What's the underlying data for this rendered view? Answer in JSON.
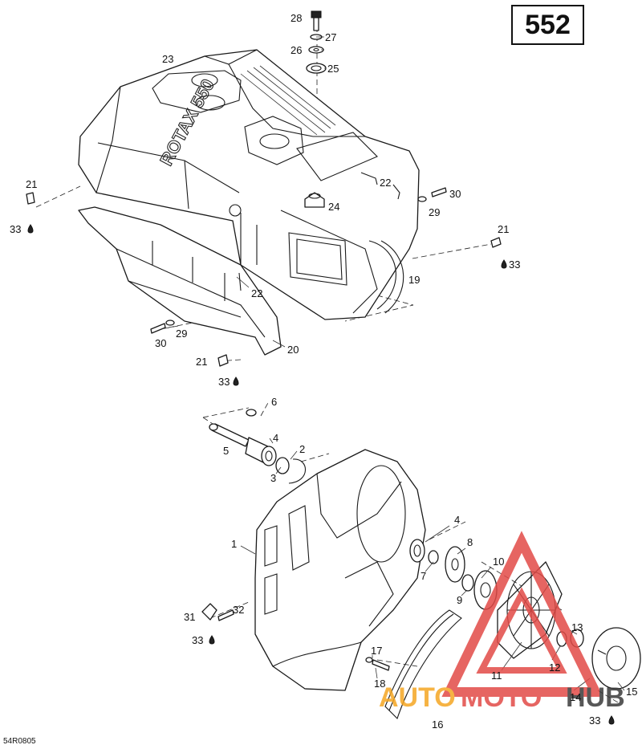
{
  "page_number": "552",
  "drawing_code": "54R0805",
  "engine_marking": "ROTAX 550",
  "watermark": {
    "brand_a": "AUTO",
    "brand_b": "MOTO",
    "brand_c": "HUB",
    "color_red": "#e24b47",
    "color_orange": "#f5a623",
    "color_dark": "#3a3a3a"
  },
  "callouts": [
    {
      "id": "c28",
      "text": "28"
    },
    {
      "id": "c27",
      "text": "27"
    },
    {
      "id": "c26",
      "text": "26"
    },
    {
      "id": "c25",
      "text": "25"
    },
    {
      "id": "c23",
      "text": "23"
    },
    {
      "id": "c22a",
      "text": "22"
    },
    {
      "id": "c30a",
      "text": "30"
    },
    {
      "id": "c29a",
      "text": "29"
    },
    {
      "id": "c24",
      "text": "24"
    },
    {
      "id": "c21a",
      "text": "21"
    },
    {
      "id": "c33a",
      "text": "33"
    },
    {
      "id": "c21b",
      "text": "21"
    },
    {
      "id": "c33b",
      "text": "33"
    },
    {
      "id": "c19",
      "text": "19"
    },
    {
      "id": "c22b",
      "text": "22"
    },
    {
      "id": "c29b",
      "text": "29"
    },
    {
      "id": "c30b",
      "text": "30"
    },
    {
      "id": "c20",
      "text": "20"
    },
    {
      "id": "c21c",
      "text": "21"
    },
    {
      "id": "c33c",
      "text": "33"
    },
    {
      "id": "c6",
      "text": "6"
    },
    {
      "id": "c4a",
      "text": "4"
    },
    {
      "id": "c5",
      "text": "5"
    },
    {
      "id": "c2",
      "text": "2"
    },
    {
      "id": "c3",
      "text": "3"
    },
    {
      "id": "c1",
      "text": "1"
    },
    {
      "id": "c4b",
      "text": "4"
    },
    {
      "id": "c8",
      "text": "8"
    },
    {
      "id": "c7",
      "text": "7"
    },
    {
      "id": "c10",
      "text": "10"
    },
    {
      "id": "c9",
      "text": "9"
    },
    {
      "id": "c31",
      "text": "31"
    },
    {
      "id": "c32",
      "text": "32"
    },
    {
      "id": "c33d",
      "text": "33"
    },
    {
      "id": "c13",
      "text": "13"
    },
    {
      "id": "c12",
      "text": "12"
    },
    {
      "id": "c17",
      "text": "17"
    },
    {
      "id": "c18",
      "text": "18"
    },
    {
      "id": "c11",
      "text": "11"
    },
    {
      "id": "c14",
      "text": "14"
    },
    {
      "id": "c15",
      "text": "15"
    },
    {
      "id": "c33e",
      "text": "33"
    },
    {
      "id": "c16",
      "text": "16"
    }
  ]
}
